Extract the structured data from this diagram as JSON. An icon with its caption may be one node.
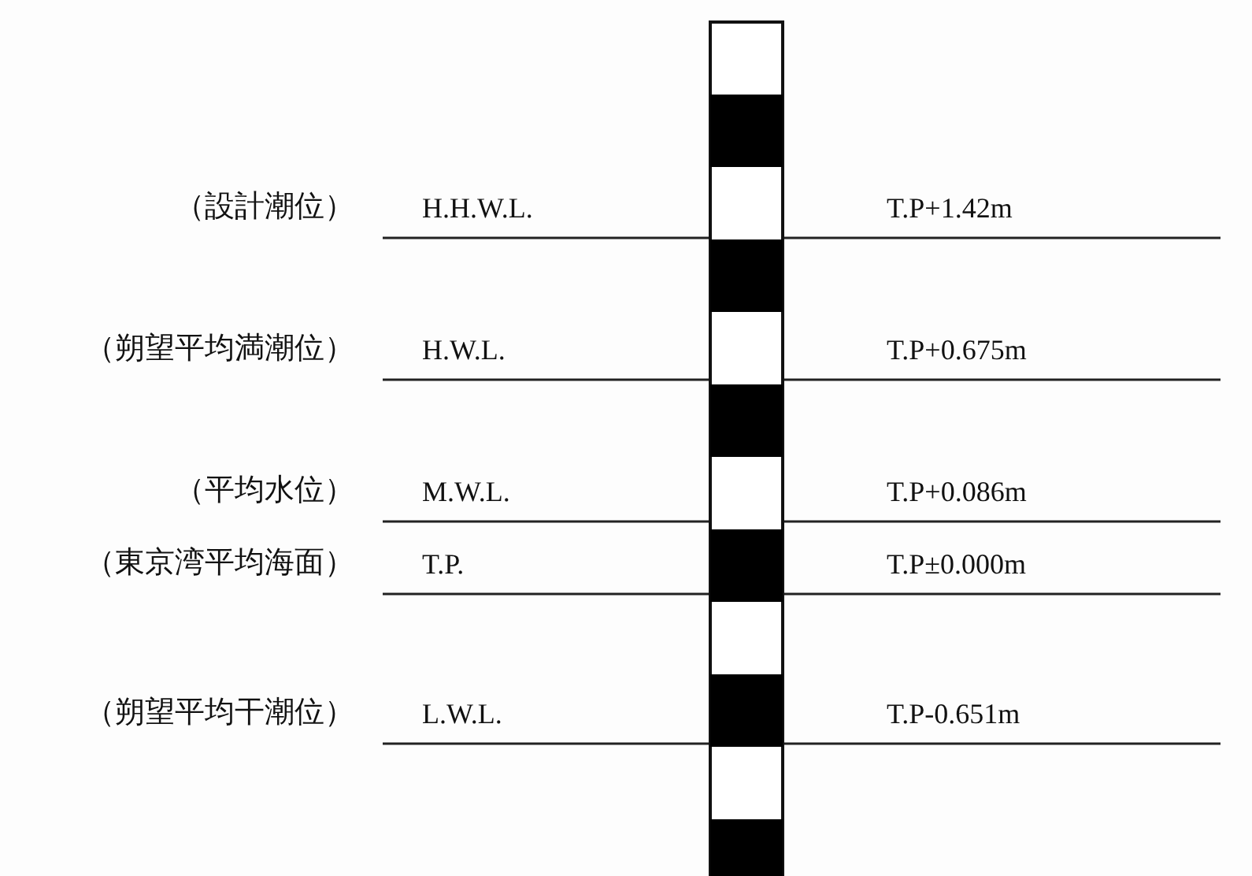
{
  "diagram": {
    "labels": [
      "（設計潮位）",
      "H.H.W.L.",
      "T.P+1.42m",
      "（朔望平均満潮位）",
      "H.W.L.",
      "T.P+0.675m",
      "（平均水位）",
      "M.W.L.",
      "T.P+0.086m",
      "（東京湾平均海面）",
      "T.P.",
      "T.P±0.000m",
      "（朔望平均干潮位）",
      "L.W.L.",
      "T.P-0.651m"
    ]
  }
}
